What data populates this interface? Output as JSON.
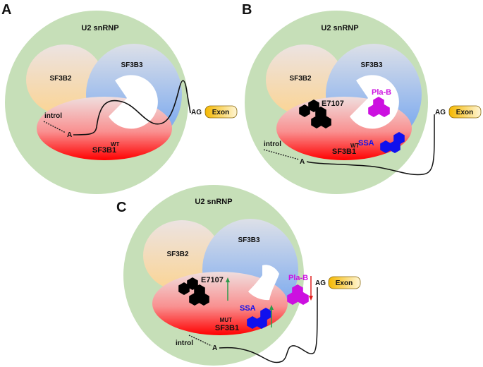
{
  "figure": {
    "panels": [
      {
        "id": "A",
        "label": "A",
        "complex": "U2 snRNP",
        "subunits": {
          "sf3b2": "SF3B2",
          "sf3b3": "SF3B3",
          "sf3b1": "SF3B1",
          "sf3b1_sup": "WT"
        },
        "rna": {
          "intron": "introl",
          "branch": "A",
          "acceptor": "AG",
          "exon": "Exon"
        }
      },
      {
        "id": "B",
        "label": "B",
        "complex": "U2 snRNP",
        "subunits": {
          "sf3b2": "SF3B2",
          "sf3b3": "SF3B3",
          "sf3b1": "SF3B1",
          "sf3b1_sup": "WT"
        },
        "drugs": {
          "e7107": "E7107",
          "plab": "Pla-B",
          "ssa": "SSA"
        },
        "rna": {
          "intron": "introl",
          "branch": "A",
          "acceptor": "AG",
          "exon": "Exon"
        }
      },
      {
        "id": "C",
        "label": "C",
        "complex": "U2 snRNP",
        "subunits": {
          "sf3b2": "SF3B2",
          "sf3b3": "SF3B3",
          "sf3b1": "SF3B1",
          "sf3b1_sup": "MUT"
        },
        "drugs": {
          "e7107": "E7107",
          "plab": "Pla-B",
          "ssa": "SSA"
        },
        "arrows": {
          "e7107": "up",
          "ssa": "up",
          "plab": "down"
        },
        "rna": {
          "intron": "introl",
          "branch": "A",
          "acceptor": "AG",
          "exon": "Exon"
        }
      }
    ],
    "colors": {
      "outer": "#c6dfb8",
      "sf3b3_top": "#d8dde8",
      "sf3b3_bottom": "#6a9fef",
      "sf3b2_top": "#ece2de",
      "sf3b2_bottom": "#fbd69a",
      "sf3b1_top": "#efd8d8",
      "sf3b1_bottom": "#ff0000",
      "e7107": "#000000",
      "plab": "#cc10e0",
      "ssa": "#1010ee",
      "arrow_up": "#2a9a4a",
      "arrow_down": "#e02020",
      "exon_left": "#f5b800",
      "exon_right": "#fff3c8"
    }
  }
}
